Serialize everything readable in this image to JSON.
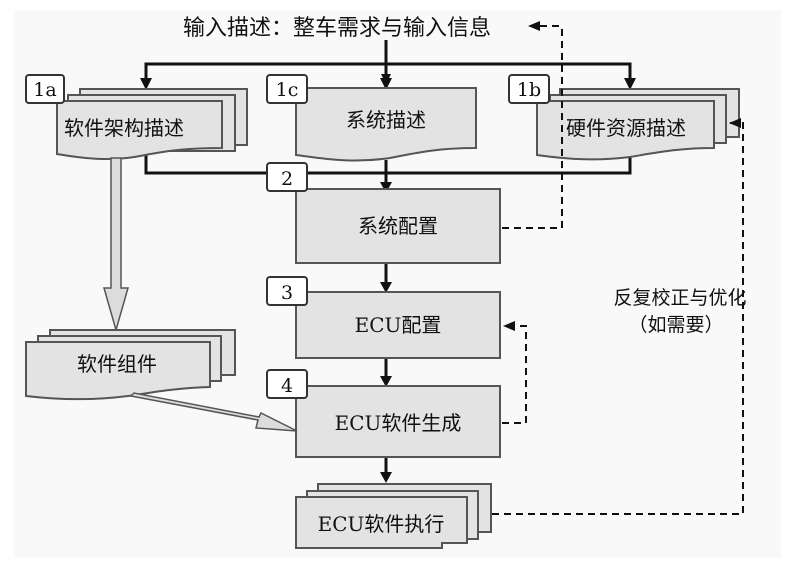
{
  "diagram": {
    "input_title": "输入描述：整车需求与输入信息",
    "feedback_label_line1": "反复校正与优化",
    "feedback_label_line2": "（如需要）",
    "nodes": {
      "sw_arch": {
        "tag": "1a",
        "label": "软件架构描述"
      },
      "sys_desc": {
        "tag": "1c",
        "label": "系统描述"
      },
      "hw_res": {
        "tag": "1b",
        "label": "硬件资源描述"
      },
      "sys_config": {
        "tag": "2",
        "label": "系统配置"
      },
      "ecu_config": {
        "tag": "3",
        "label": "ECU配置"
      },
      "ecu_gen": {
        "tag": "4",
        "label": "ECU软件生成"
      },
      "sw_comp": {
        "label": "软件组件"
      },
      "ecu_exec": {
        "label": "ECU软件执行"
      }
    },
    "colors": {
      "box_fill": "#e3e3e3",
      "box_stroke": "#555555",
      "line": "#111111",
      "background": "#f9f9f9"
    }
  }
}
